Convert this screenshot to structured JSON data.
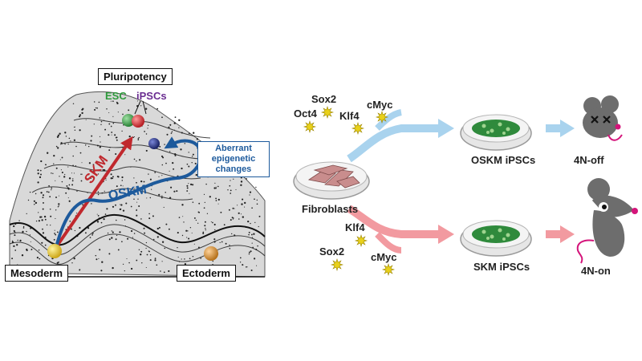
{
  "landscape": {
    "top_label": "Pluripotency",
    "esc_label": "ESC",
    "ipsc_label": "iPSCs",
    "skm_path_label": "SKM",
    "oskm_path_label": "OSKM",
    "aberrant_label": "Aberrant epigenetic changes",
    "mesoderm_label": "Mesoderm",
    "ectoderm_label": "Ectoderm"
  },
  "pathway": {
    "factors_top": [
      "Sox2",
      "Oct4",
      "Klf4",
      "cMyc"
    ],
    "factors_bottom": [
      "Klf4",
      "Sox2",
      "cMyc"
    ],
    "fibroblasts_label": "Fibroblasts",
    "oskm_ipsc_label": "OSKM iPSCs",
    "skm_ipsc_label": "SKM iPSCs",
    "outcome_top": "4N-off",
    "outcome_bottom": "4N-on"
  },
  "colors": {
    "esc_green": "#2e9a3c",
    "ipsc_purple": "#6a2d91",
    "skm_red": "#c0282d",
    "oskm_blue": "#1d5a9c",
    "arrow_light_blue": "#a9d3ee",
    "arrow_pink": "#f29aa0",
    "colony_green": "#2f8a3c",
    "mouse_gray": "#6d6d6d",
    "tail_magenta": "#d4147a",
    "factor_yellow": "#e9d11a"
  },
  "icons": [
    "factor-star-icon",
    "fibroblast-dish-icon",
    "ipsc-dish-icon",
    "dead-mouse-icon",
    "live-mouse-icon"
  ]
}
